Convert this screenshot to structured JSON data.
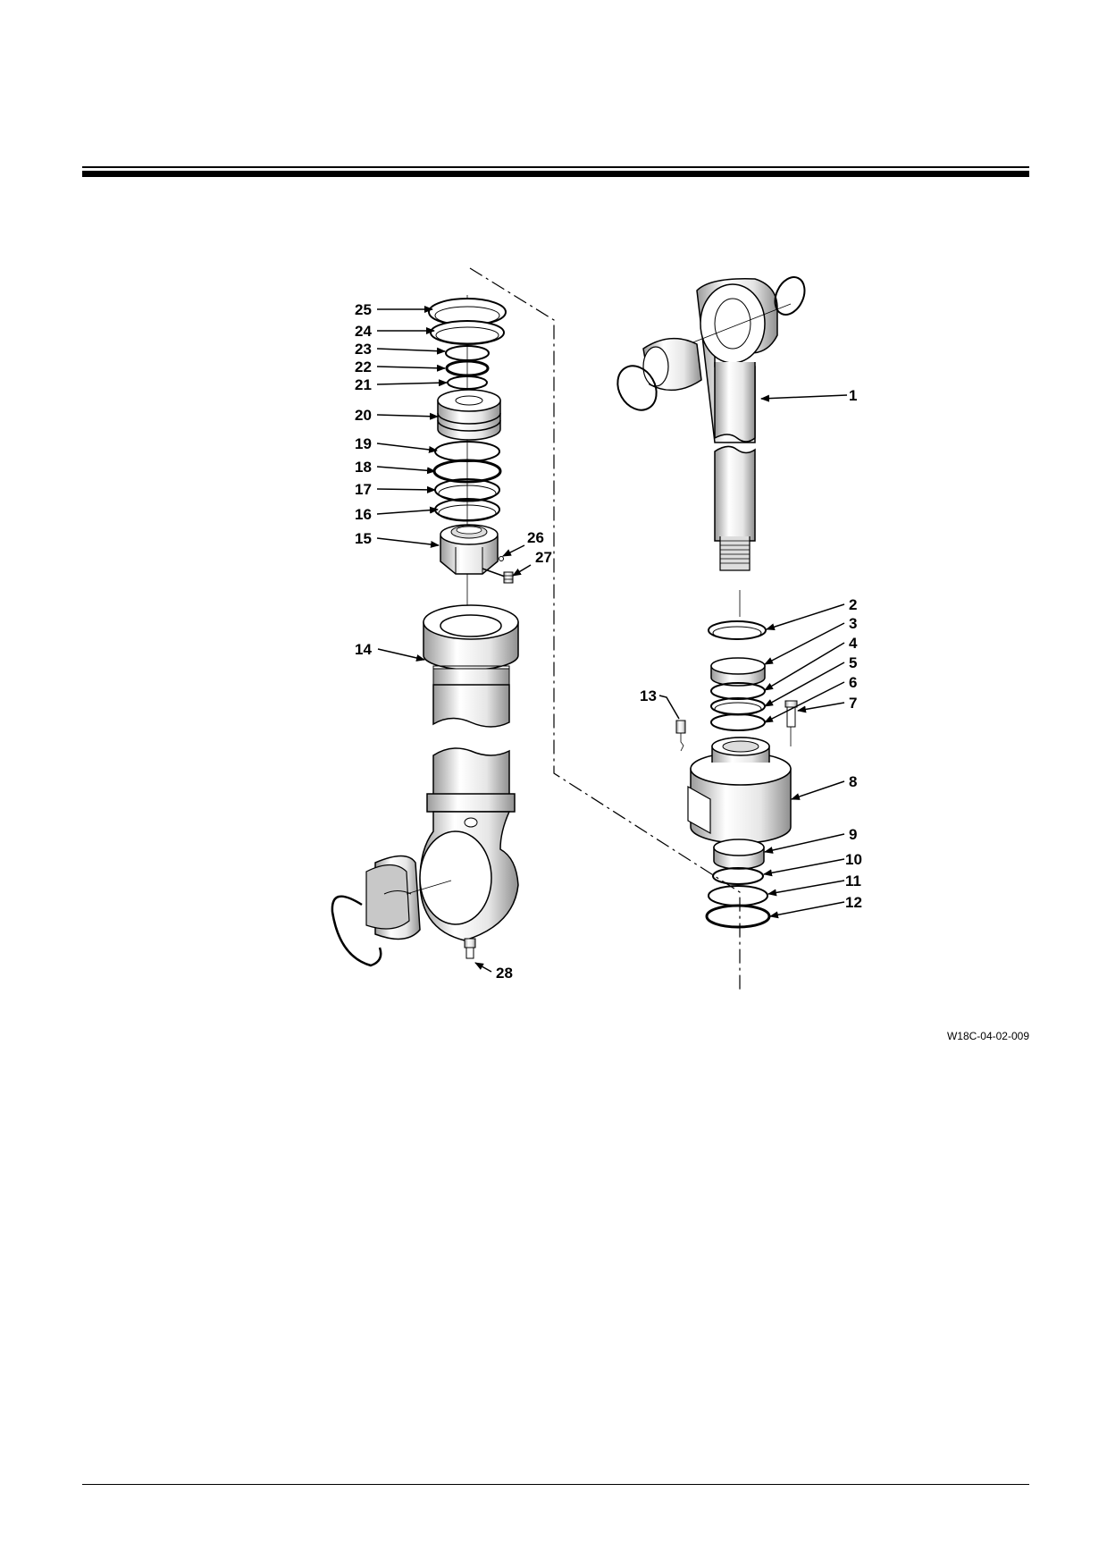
{
  "figure": {
    "reference_code": "W18C-04-02-009",
    "callouts": [
      "1",
      "2",
      "3",
      "4",
      "5",
      "6",
      "7",
      "8",
      "9",
      "10",
      "11",
      "12",
      "13",
      "14",
      "15",
      "16",
      "17",
      "18",
      "19",
      "20",
      "21",
      "22",
      "23",
      "24",
      "25",
      "26",
      "27",
      "28"
    ]
  },
  "colors": {
    "ink": "#000000",
    "paper": "#ffffff",
    "shade": "#c8c8c8"
  }
}
